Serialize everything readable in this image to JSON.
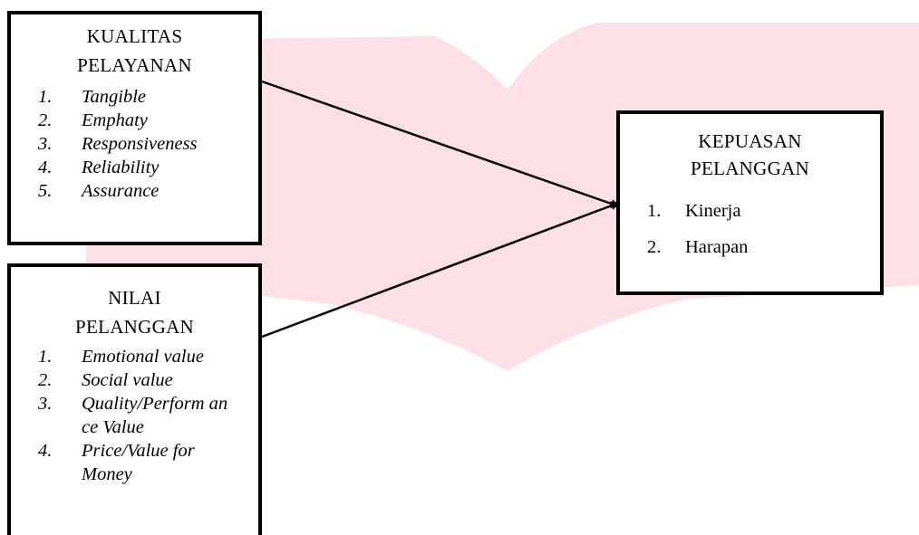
{
  "colors": {
    "watermark": "#fde0e3",
    "border": "#000000",
    "arrow": "#000000"
  },
  "boxes": {
    "kualitas": {
      "title_1": "KUALITAS",
      "title_2": "PELAYANAN",
      "items": [
        {
          "num": "1.",
          "text": "Tangible"
        },
        {
          "num": "2.",
          "text": "Emphaty"
        },
        {
          "num": "3.",
          "text": "Responsiveness"
        },
        {
          "num": "4.",
          "text": "Reliability"
        },
        {
          "num": "5.",
          "text": "Assurance"
        }
      ]
    },
    "nilai": {
      "title_1": "NILAI",
      "title_2": "PELANGGAN",
      "items": [
        {
          "num": "1.",
          "text": "Emotional value"
        },
        {
          "num": "2.",
          "text": "Social value"
        },
        {
          "num": "3.",
          "text": "Quality/Perform ance Value"
        },
        {
          "num": "4.",
          "text": "Price/Value for Money"
        }
      ]
    },
    "kepuasan": {
      "title_1": "KEPUASAN",
      "title_2": "PELANGGAN",
      "items": [
        {
          "num": "1.",
          "text": "Kinerja"
        },
        {
          "num": "2.",
          "text": "Harapan"
        }
      ]
    }
  }
}
